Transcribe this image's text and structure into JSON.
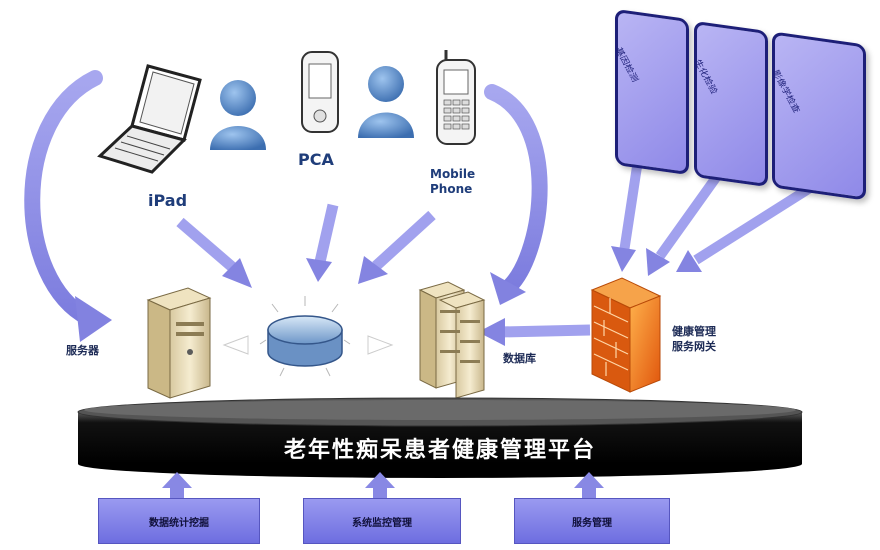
{
  "device_labels": {
    "ipad": "iPad",
    "pca": "PCA",
    "mobile_phone": "Mobile\nPhone"
  },
  "node_labels": {
    "server": "服务器",
    "database": "数据库",
    "gateway": "健康管理\n服务网关"
  },
  "exam_cards": [
    "基因检测",
    "生化检验",
    "影像学检查"
  ],
  "platform_title": "老年性痴呆患者健康管理平台",
  "bottom_modules": [
    "数据统计挖掘",
    "系统监控管理",
    "服务管理"
  ],
  "colors": {
    "arrow": "#8b8be3",
    "card_fill": "#a9a4f0",
    "card_border": "#1d1f78",
    "platform_fill": "#000000",
    "firewall": "#f07a1e",
    "module_fill": "#8686e8"
  }
}
